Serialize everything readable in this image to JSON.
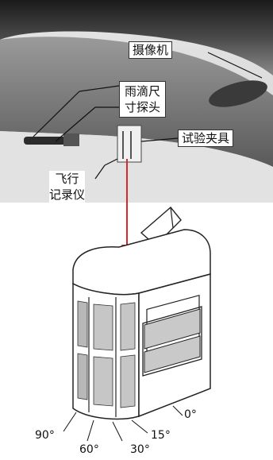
{
  "labels": {
    "camera": "摄像机",
    "droplet_probe_line1": "雨滴尺",
    "droplet_probe_line2": "寸探头",
    "test_fixture": "试验夹具",
    "flight_recorder_line1": "飞行",
    "flight_recorder_line2": "记录仪"
  },
  "angles": {
    "a0": "0°",
    "a15": "15°",
    "a30": "30°",
    "a60": "60°",
    "a90": "90°"
  },
  "colors": {
    "arrow": "#d62a2a",
    "sky": "#d9d9d9",
    "fuselage_dark": "#2b2b2b",
    "fixture_panel": "#bdbdbd"
  }
}
